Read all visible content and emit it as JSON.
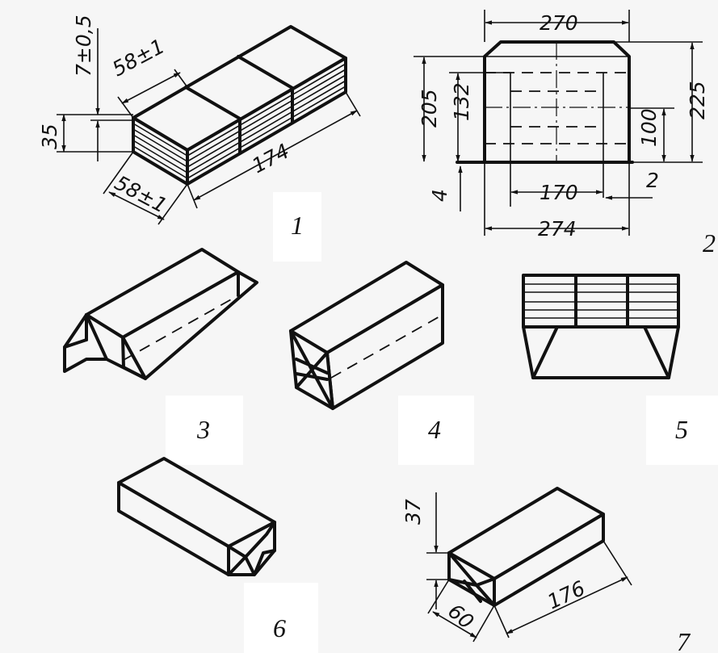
{
  "figure_labels": [
    "1",
    "2",
    "3",
    "4",
    "5",
    "6",
    "7"
  ],
  "dimensions": {
    "fig1": {
      "thickness": "7±0,5",
      "width": "58±1",
      "height": "35",
      "depth": "58±1",
      "length": "174"
    },
    "fig2": {
      "top_width": "270",
      "height_inner": "205",
      "height_mid": "132",
      "height_outer": "225",
      "height_right": "100",
      "bottom_offset": "4",
      "mid_width": "170",
      "right_offset": "2",
      "bottom_width": "274"
    },
    "fig7": {
      "height": "37",
      "depth": "60",
      "length": "176"
    }
  }
}
